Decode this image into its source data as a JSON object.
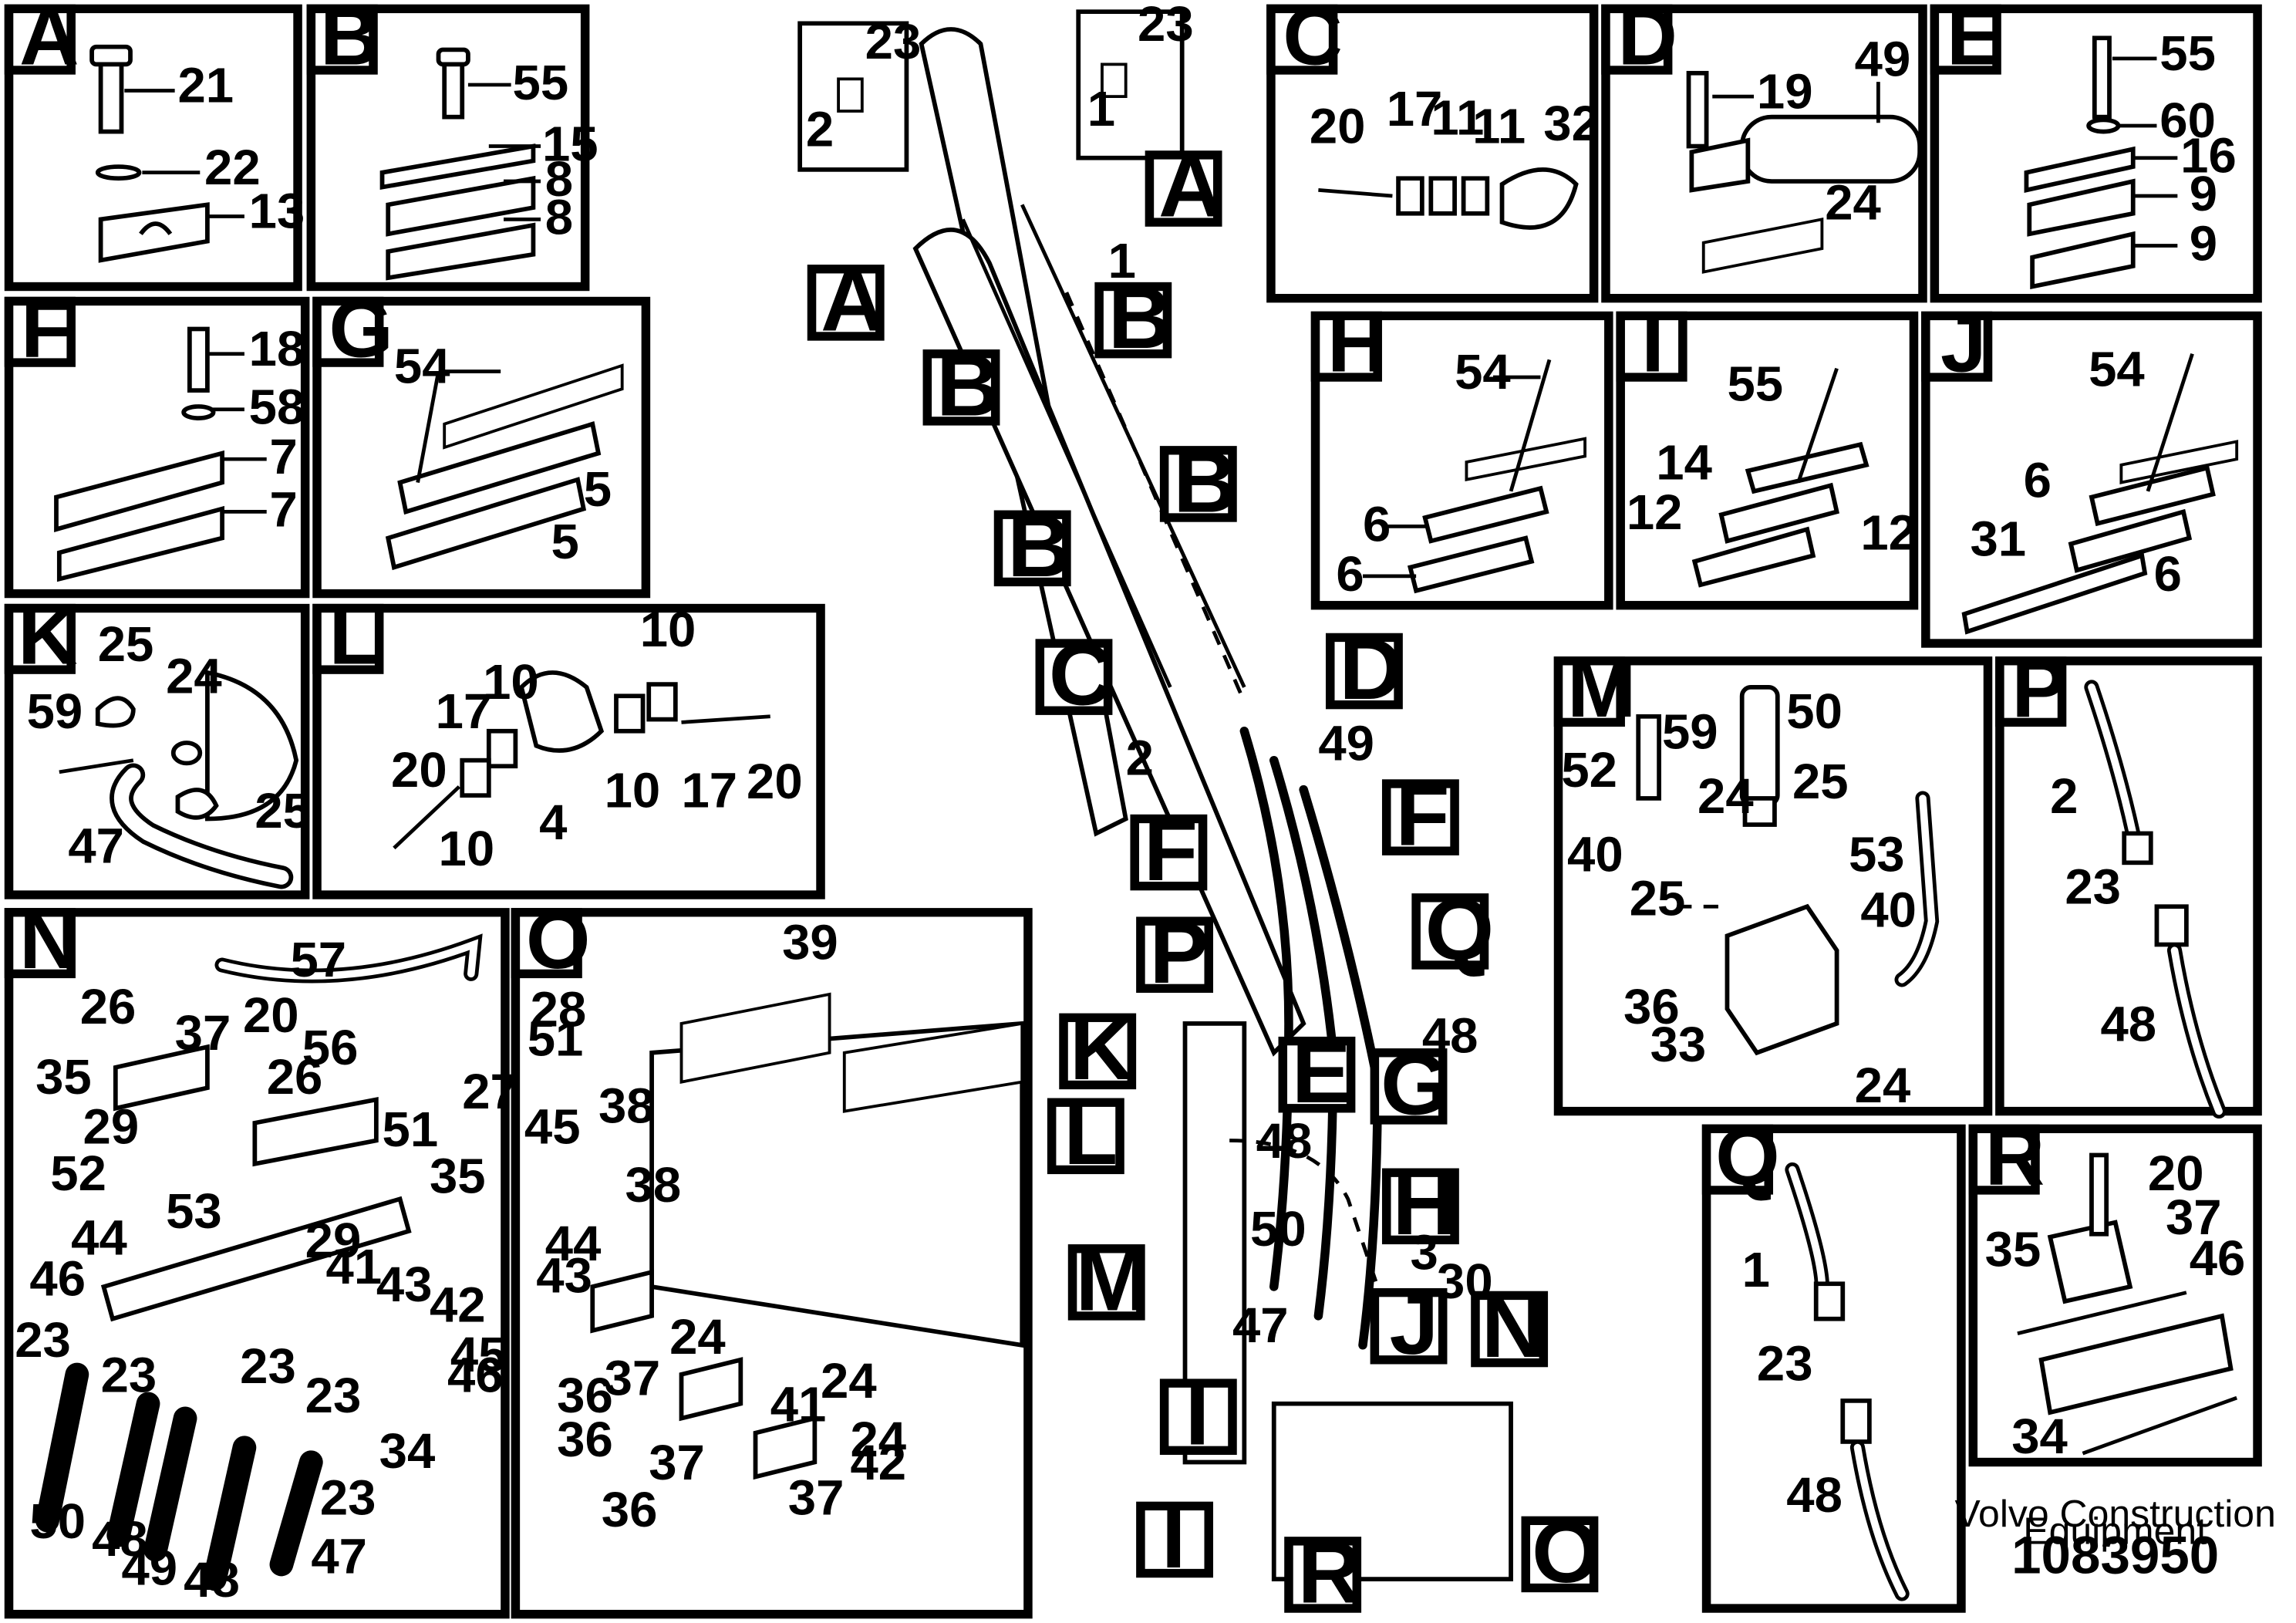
{
  "panels": [
    {
      "id": "A",
      "labels": [
        "21",
        "22",
        "13"
      ]
    },
    {
      "id": "B",
      "labels": [
        "55",
        "15",
        "8",
        "8"
      ]
    },
    {
      "id": "C",
      "labels": [
        "20",
        "17",
        "11",
        "11",
        "32"
      ]
    },
    {
      "id": "D",
      "labels": [
        "19",
        "49",
        "24"
      ]
    },
    {
      "id": "E",
      "labels": [
        "55",
        "60",
        "16",
        "9",
        "9"
      ]
    },
    {
      "id": "F",
      "labels": [
        "18",
        "58",
        "7",
        "7"
      ]
    },
    {
      "id": "G",
      "labels": [
        "54",
        "5",
        "5"
      ]
    },
    {
      "id": "H",
      "labels": [
        "54",
        "6",
        "6"
      ]
    },
    {
      "id": "I",
      "labels": [
        "55",
        "14",
        "12",
        "12"
      ]
    },
    {
      "id": "J",
      "labels": [
        "54",
        "6",
        "31",
        "6"
      ]
    },
    {
      "id": "K",
      "labels": [
        "25",
        "59",
        "24",
        "25",
        "47"
      ]
    },
    {
      "id": "L",
      "labels": [
        "10",
        "17",
        "10",
        "20",
        "10",
        "4",
        "10",
        "17",
        "20"
      ]
    },
    {
      "id": "M",
      "labels": [
        "50",
        "52",
        "59",
        "24",
        "25",
        "40",
        "25",
        "53",
        "40",
        "36",
        "33",
        "24"
      ]
    },
    {
      "id": "N",
      "labels": [
        "57",
        "26",
        "20",
        "37",
        "56",
        "35",
        "26",
        "27",
        "29",
        "51",
        "35",
        "52",
        "53",
        "29",
        "44",
        "41",
        "46",
        "43",
        "42",
        "23",
        "45",
        "23",
        "23",
        "23",
        "46",
        "34",
        "23",
        "50",
        "48",
        "49",
        "48",
        "47"
      ]
    },
    {
      "id": "O",
      "labels": [
        "39",
        "28",
        "51",
        "38",
        "45",
        "38",
        "44",
        "43",
        "24",
        "36",
        "37",
        "24",
        "41",
        "36",
        "37",
        "24",
        "42",
        "36",
        "37"
      ]
    },
    {
      "id": "P",
      "labels": [
        "2",
        "23",
        "48"
      ]
    },
    {
      "id": "Q",
      "labels": [
        "1",
        "23",
        "48"
      ]
    },
    {
      "id": "R",
      "labels": [
        "20",
        "37",
        "35",
        "46",
        "34"
      ]
    }
  ],
  "main_callouts": [
    "A",
    "A",
    "B",
    "B",
    "B",
    "B",
    "C",
    "D",
    "F",
    "F",
    "P",
    "Q",
    "E",
    "G",
    "K",
    "L",
    "H",
    "M",
    "J",
    "N",
    "I",
    "I",
    "R",
    "O"
  ],
  "main_numbers": [
    "23",
    "2",
    "23",
    "1",
    "1",
    "2",
    "49",
    "48",
    "48",
    "50",
    "3",
    "30",
    "47"
  ],
  "footer": {
    "company_line1": "Volvo Construction",
    "company_line2": "Equipment",
    "drawing_number": "1083950"
  }
}
